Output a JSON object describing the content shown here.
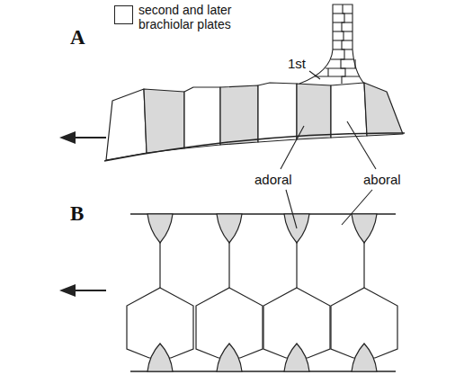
{
  "diagram": {
    "labels": [
      "A",
      "1st",
      "adoral",
      "aboral",
      "B"
    ],
    "legend": [
      {
        "text": "second and later brachiolar plates",
        "color": "#ffffff"
      }
    ]
  }
}
